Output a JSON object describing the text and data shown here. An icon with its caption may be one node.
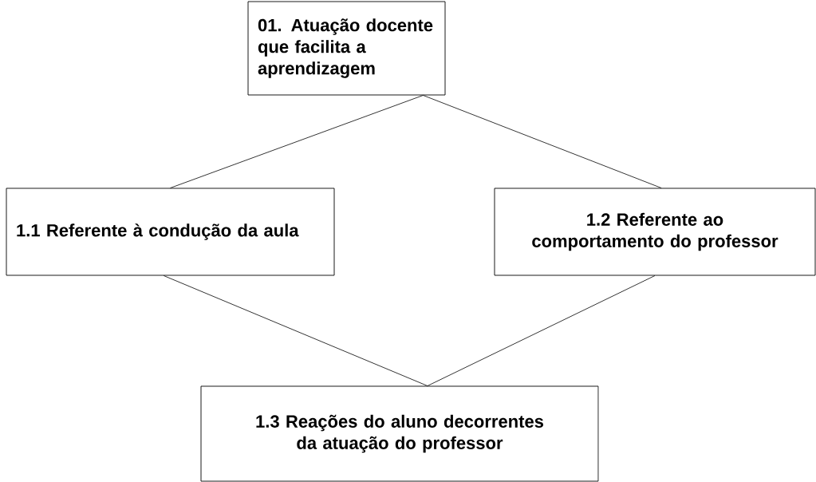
{
  "diagram": {
    "nodes": [
      {
        "text": [
          "01. Atuação docente que facilita a aprendizagem"
        ]
      },
      {
        "text": [
          "1.1 Referente à condução da aula"
        ]
      },
      {
        "text": [
          "1.2 Referente ao comportamento do professor"
        ]
      },
      {
        "text": [
          "1.3 Reações do aluno decorrentes da atuação do professor"
        ]
      }
    ],
    "edges": [
      {
        "from": 0,
        "to": 1,
        "arrow": "none"
      },
      {
        "from": 0,
        "to": 2,
        "arrow": "none"
      },
      {
        "from": 1,
        "to": 3,
        "arrow": "none"
      },
      {
        "from": 2,
        "to": 3,
        "arrow": "none"
      }
    ]
  }
}
